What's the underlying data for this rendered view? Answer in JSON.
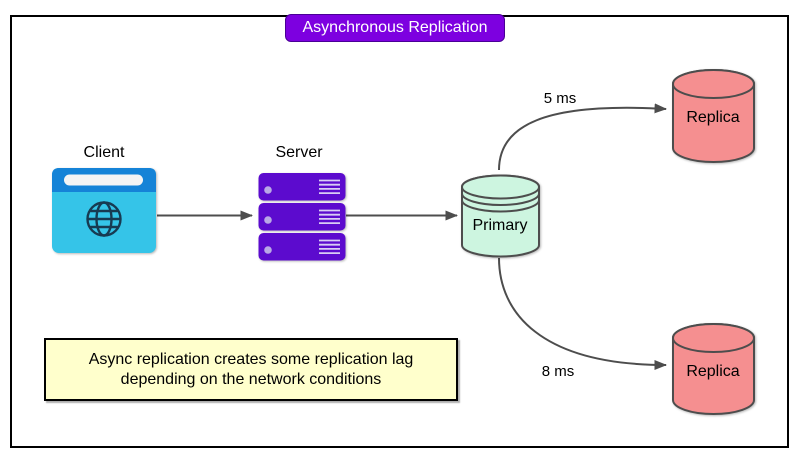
{
  "title": {
    "label": "Asynchronous Replication"
  },
  "diagram": {
    "client": {
      "label": "Client"
    },
    "server": {
      "label": "Server"
    },
    "primary": {
      "label": "Primary"
    },
    "replica_top": {
      "label": "Replica"
    },
    "replica_bottom": {
      "label": "Replica"
    },
    "edge_top": {
      "label": "5 ms"
    },
    "edge_bottom": {
      "label": "8 ms"
    }
  },
  "note": {
    "text": "Async replication creates some replication lag depending on the network conditions"
  },
  "colors": {
    "title_bg": "#7d00e0",
    "server_fill": "#5c0bce",
    "client_top_bar": "#1583d7",
    "client_body": "#35c4e8",
    "primary_fill": "#cdf5e0",
    "replica_fill": "#f58f90",
    "note_bg": "#ffffcc",
    "line": "#4d4d4d"
  }
}
